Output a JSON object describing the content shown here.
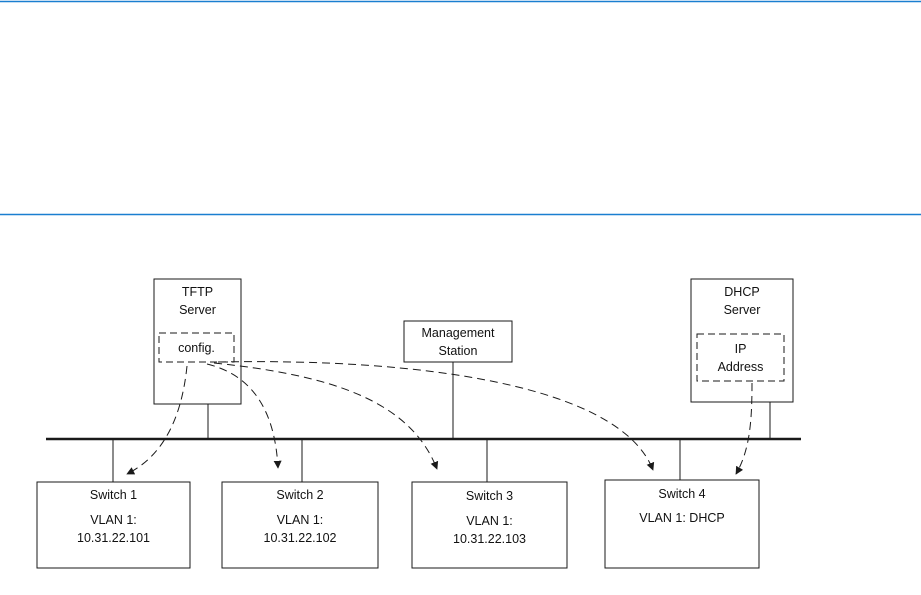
{
  "colors": {
    "rule": "#1a7fd0",
    "stroke": "#1a1a1a"
  },
  "tftp": {
    "line1": "TFTP",
    "line2": "Server",
    "config": "config."
  },
  "mgmt": {
    "line1": "Management",
    "line2": "Station"
  },
  "dhcp": {
    "line1": "DHCP",
    "line2": "Server",
    "ip1": "IP",
    "ip2": "Address"
  },
  "switches": [
    {
      "name": "Switch 1",
      "vlan": "VLAN 1:",
      "ip": "10.31.22.101"
    },
    {
      "name": "Switch 2",
      "vlan": "VLAN 1:",
      "ip": "10.31.22.102"
    },
    {
      "name": "Switch 3",
      "vlan": "VLAN 1:",
      "ip": "10.31.22.103"
    },
    {
      "name": "Switch 4",
      "vlan": "VLAN 1: DHCP",
      "ip": ""
    }
  ]
}
